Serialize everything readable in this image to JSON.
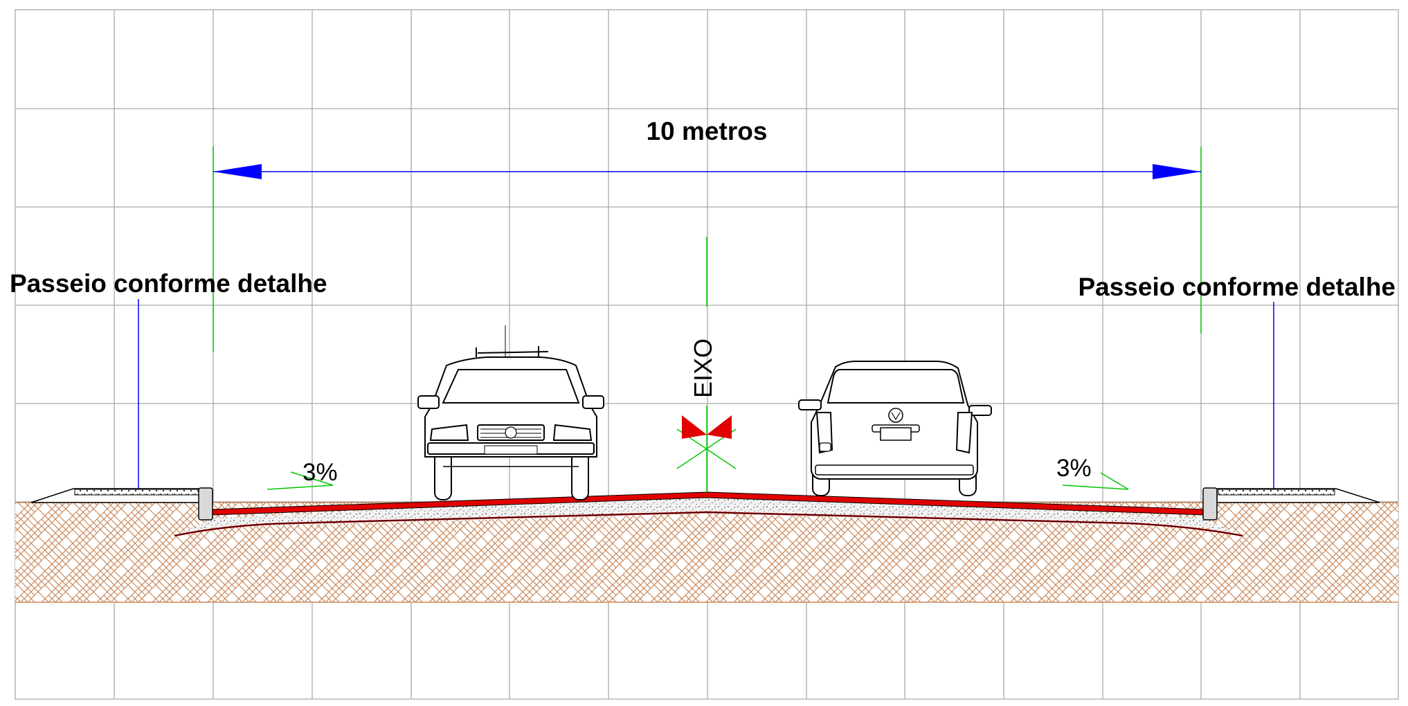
{
  "dimension": {
    "label": "10 metros"
  },
  "left_sidewalk": {
    "label": "Passeio conforme detalhe"
  },
  "right_sidewalk": {
    "label": "Passeio conforme detalhe"
  },
  "axis": {
    "label": "EIXO"
  },
  "slopes": {
    "left": "3%",
    "right": "3%"
  },
  "colors": {
    "grid": "#a9a9a9",
    "dimension_line": "#0000ff",
    "guide": "#00c800",
    "pavement": "#e00000",
    "soil_hatch": "#c8885a",
    "outline": "#000000"
  }
}
